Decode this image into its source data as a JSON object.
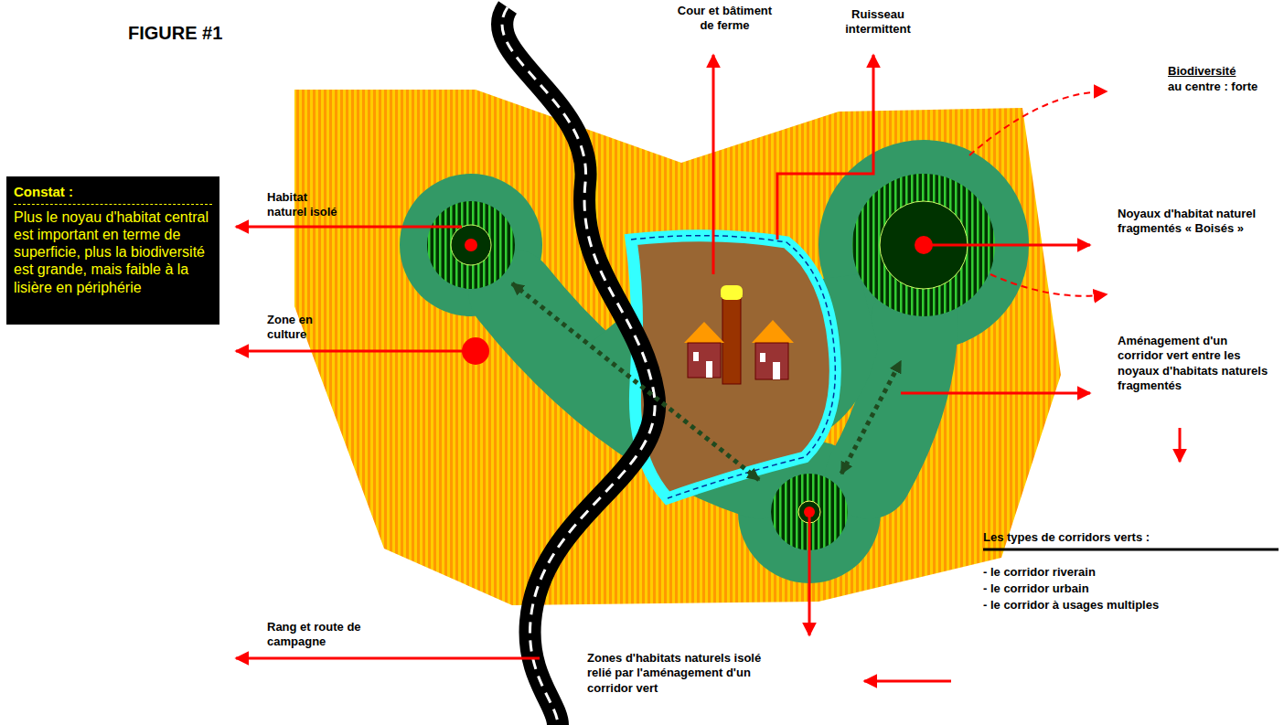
{
  "diagram": {
    "title": "FIGURE #1",
    "nodes": [
      {
        "text": [
          "Constat :",
          "Plus le noyau d'habitat central est important en terme de superficie, plus la biodiversité est grande, mais faible à la lisière en périphérie"
        ]
      }
    ],
    "labels": [
      "Cour et bâtiment de ferme",
      "Ruisseau intermittent",
      "Biodiversité",
      "au centre : forte",
      "Noyaux d'habitat naturel fragmentés « Boisés »",
      "Habitat naturel isolé",
      "Aménagement d'un corridor vert entre les noyaux d'habitats naturels fragmentés",
      "Zone en culture",
      "Rang et route de campagne",
      "Zones d'habitats naturels isolé relié par l'aménagement d'un corridor vert",
      "Les types de corridors verts :",
      "- le corridor riverain",
      "- le corridor urbain",
      "- le corridor à usages multiples"
    ]
  }
}
